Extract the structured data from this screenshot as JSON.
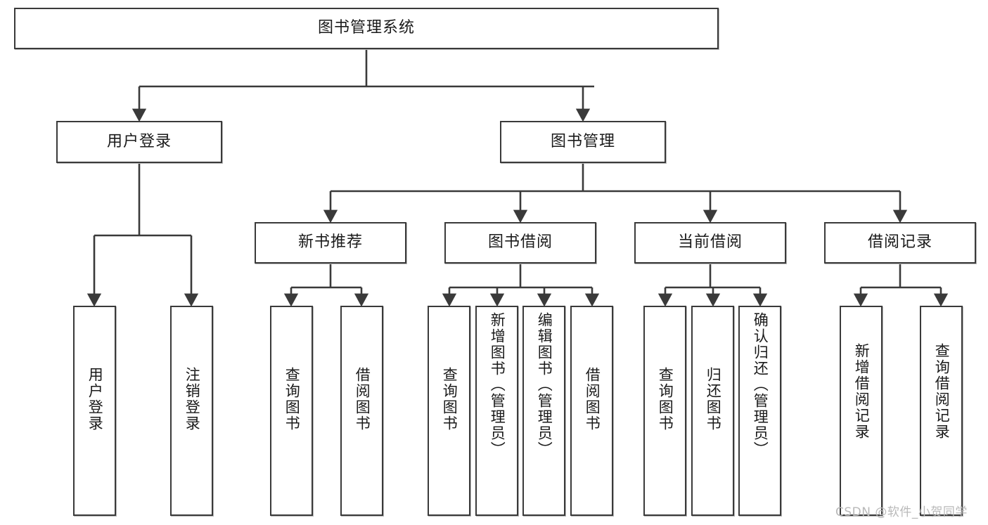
{
  "diagram": {
    "type": "tree-hierarchy-chart",
    "title": "图书管理系统",
    "orientation": "top-down",
    "colors": {
      "box_border": "#3a3a3a",
      "box_fill": "#ffffff",
      "box_shadow": "#b8b8b8",
      "edge": "#3a3a3a",
      "text": "#1a1a1a",
      "watermark": "#b9b9b9"
    },
    "root": {
      "label": "图书管理系统"
    },
    "level1": [
      {
        "label": "用户登录"
      },
      {
        "label": "图书管理"
      }
    ],
    "level2": [
      {
        "label": "新书推荐"
      },
      {
        "label": "图书借阅"
      },
      {
        "label": "当前借阅"
      },
      {
        "label": "借阅记录"
      }
    ],
    "leaves": {
      "user_login": [
        {
          "label": "用户登录"
        },
        {
          "label": "注销登录"
        }
      ],
      "new_book_recommend": [
        {
          "label": "查询图书"
        },
        {
          "label": "借阅图书"
        }
      ],
      "book_borrow": [
        {
          "label": "查询图书"
        },
        {
          "label": "新增图书（管理员）"
        },
        {
          "label": "编辑图书（管理员）"
        },
        {
          "label": "借阅图书"
        }
      ],
      "current_borrow": [
        {
          "label": "查询图书"
        },
        {
          "label": "归还图书"
        },
        {
          "label": "确认归还（管理员）"
        }
      ],
      "borrow_record": [
        {
          "label": "新增借阅记录"
        },
        {
          "label": "查询借阅记录"
        }
      ]
    }
  },
  "watermark": {
    "text": "CSDN @软件_小贺同学"
  }
}
